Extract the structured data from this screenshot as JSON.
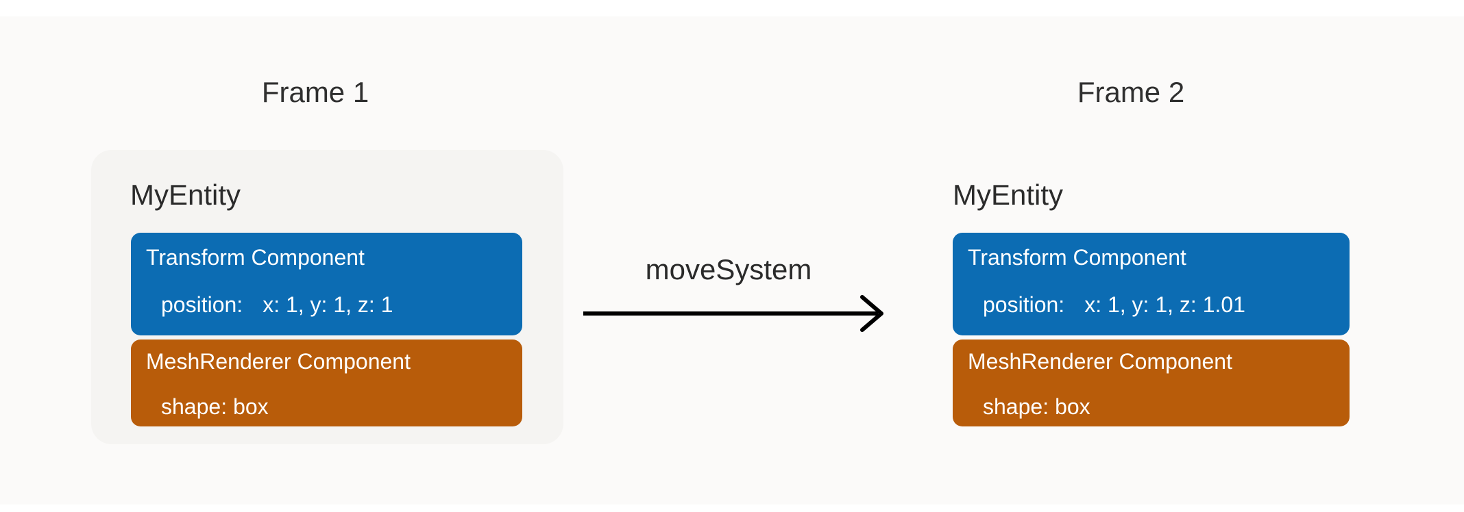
{
  "diagram": {
    "background_color": "#fbfaf9",
    "entity_container_color": "#f5f4f2",
    "transform_component_color": "#0c6cb3",
    "meshrenderer_component_color": "#b85c0a",
    "arrow_color": "#000000",
    "transition": {
      "label": "moveSystem"
    },
    "frames": [
      {
        "title": "Frame 1",
        "entity": {
          "name": "MyEntity",
          "components": [
            {
              "title": "Transform Component",
              "property_label": "position:",
              "property_value": "x: 1, y: 1, z: 1"
            },
            {
              "title": "MeshRenderer Component",
              "property_label": "shape:",
              "property_value": "box"
            }
          ]
        }
      },
      {
        "title": "Frame 2",
        "entity": {
          "name": "MyEntity",
          "components": [
            {
              "title": "Transform Component",
              "property_label": "position:",
              "property_value": "x: 1, y: 1, z: 1.01"
            },
            {
              "title": "MeshRenderer Component",
              "property_label": "shape:",
              "property_value": "box"
            }
          ]
        }
      }
    ]
  }
}
